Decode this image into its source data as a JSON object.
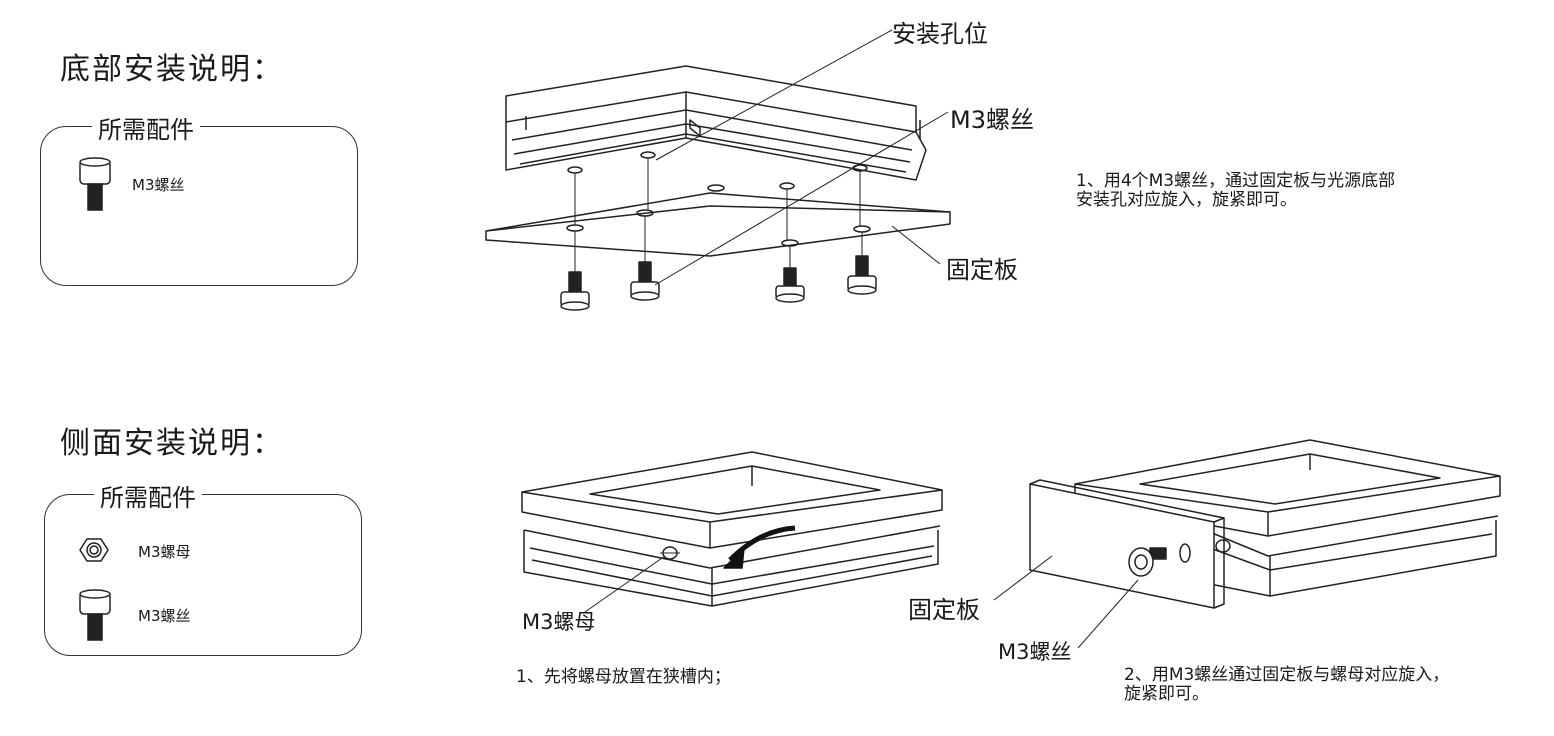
{
  "bottom_section": {
    "heading": "底部安装说明：",
    "parts_title": "所需配件",
    "parts": [
      {
        "label": "M3螺丝",
        "icon": "screw-icon"
      }
    ],
    "callouts": {
      "holes": "安装孔位",
      "screw": "M3螺丝",
      "plate": "固定板"
    },
    "step_line1": "1、用4个M3螺丝，通过固定板与光源底部",
    "step_line2": "安装孔对应旋入，旋紧即可。"
  },
  "side_section": {
    "heading": "侧面安装说明：",
    "parts_title": "所需配件",
    "parts": [
      {
        "label": "M3螺母",
        "icon": "nut-icon"
      },
      {
        "label": "M3螺丝",
        "icon": "screw-icon"
      }
    ],
    "callouts": {
      "nut": "M3螺母",
      "plate": "固定板",
      "screw": "M3螺丝"
    },
    "step1": "1、先将螺母放置在狭槽内；",
    "step2_line1": "2、用M3螺丝通过固定板与螺母对应旋入，",
    "step2_line2": "旋紧即可。"
  }
}
